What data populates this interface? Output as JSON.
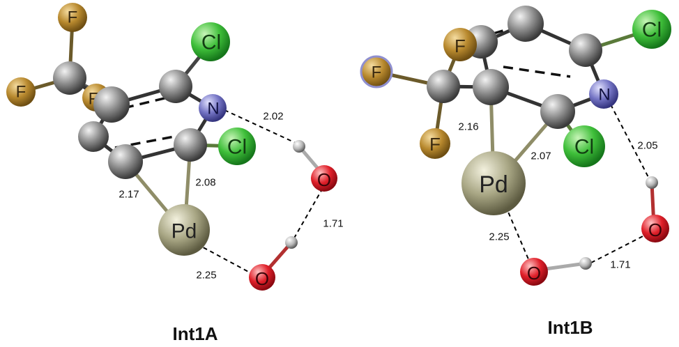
{
  "structures": [
    {
      "caption": "Int1A",
      "atoms": {
        "f1": "F",
        "f2": "F",
        "f3": "F",
        "cl1": "Cl",
        "cl2": "Cl",
        "n": "N",
        "pd": "Pd",
        "o1": "O",
        "o2": "O"
      },
      "distances": {
        "n_h": "2.02",
        "o_h": "1.71",
        "pd_o": "2.25",
        "pd_c1": "2.17",
        "pd_c2": "2.08"
      }
    },
    {
      "caption": "Int1B",
      "atoms": {
        "f1": "F",
        "f2": "F",
        "f3": "F",
        "cl1": "Cl",
        "cl2": "Cl",
        "n": "N",
        "pd": "Pd",
        "o1": "O",
        "o2": "O"
      },
      "distances": {
        "pd_c1": "2.16",
        "pd_c2": "2.07",
        "n_h": "2.05",
        "pd_o": "2.25",
        "o_h": "1.71"
      }
    }
  ],
  "colors": {
    "carbon": "#8a8a8a",
    "fluorine": "#b8892e",
    "chlorine": "#3fbf3a",
    "nitrogen": "#6e6ec0",
    "oxygen": "#e0202a",
    "palladium": "#a8a684",
    "hydrogen": "#bdbdbd"
  }
}
